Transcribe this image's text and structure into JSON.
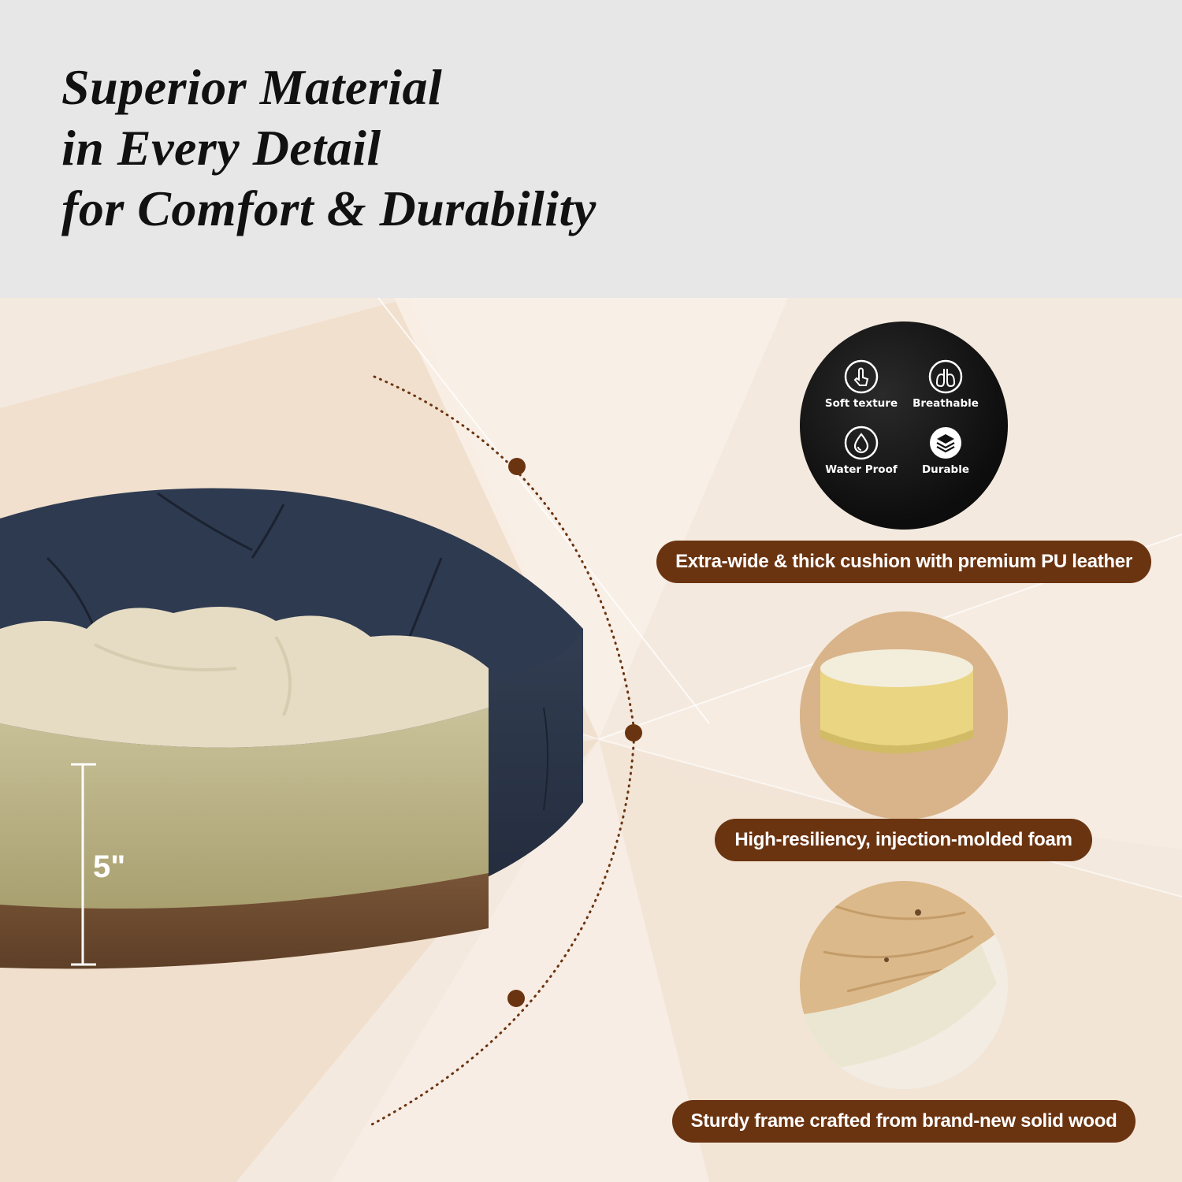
{
  "headline": {
    "line1": "Superior Material",
    "line2": "in Every Detail",
    "line3": "for Comfort & Durability"
  },
  "measurement": {
    "height_label": "5\""
  },
  "features_badge": {
    "items": [
      {
        "label": "Soft texture",
        "icon": "touch-hand-icon"
      },
      {
        "label": "Breathable",
        "icon": "lungs-icon"
      },
      {
        "label": "Water Proof",
        "icon": "water-drop-icon"
      },
      {
        "label": "Durable",
        "icon": "layers-icon"
      }
    ]
  },
  "callouts": [
    {
      "text": "Extra-wide & thick cushion with premium PU leather"
    },
    {
      "text": "High-resiliency, injection-molded foam"
    },
    {
      "text": "Sturdy frame crafted from brand-new solid wood"
    }
  ],
  "colors": {
    "header_bg": "#e7e7e7",
    "accent_brown": "#6b3411",
    "leather_navy": "#2b3548",
    "foam_cream": "#e6dcc4"
  }
}
